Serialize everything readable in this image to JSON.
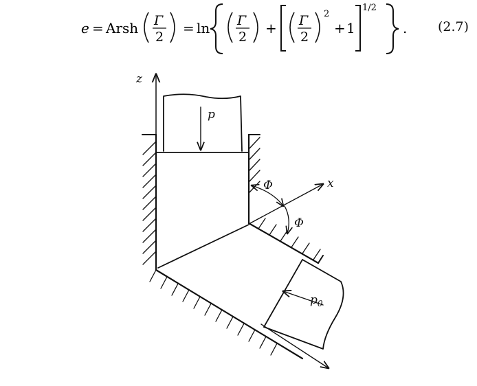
{
  "equation": {
    "number": "(2.7)",
    "lhs_var": "e",
    "equals": "=",
    "func": "Arsh",
    "ln": "ln",
    "gamma": "Γ",
    "two": "2",
    "plus": "+",
    "one": "1",
    "square": "2",
    "half_power": "1/2",
    "period": "."
  },
  "figure": {
    "z_label": "z",
    "x_label": "x",
    "p_label": "p",
    "p0_label": "p",
    "p0_sub": "0",
    "phi_label_1": "Φ",
    "phi_label_2": "Φ"
  }
}
